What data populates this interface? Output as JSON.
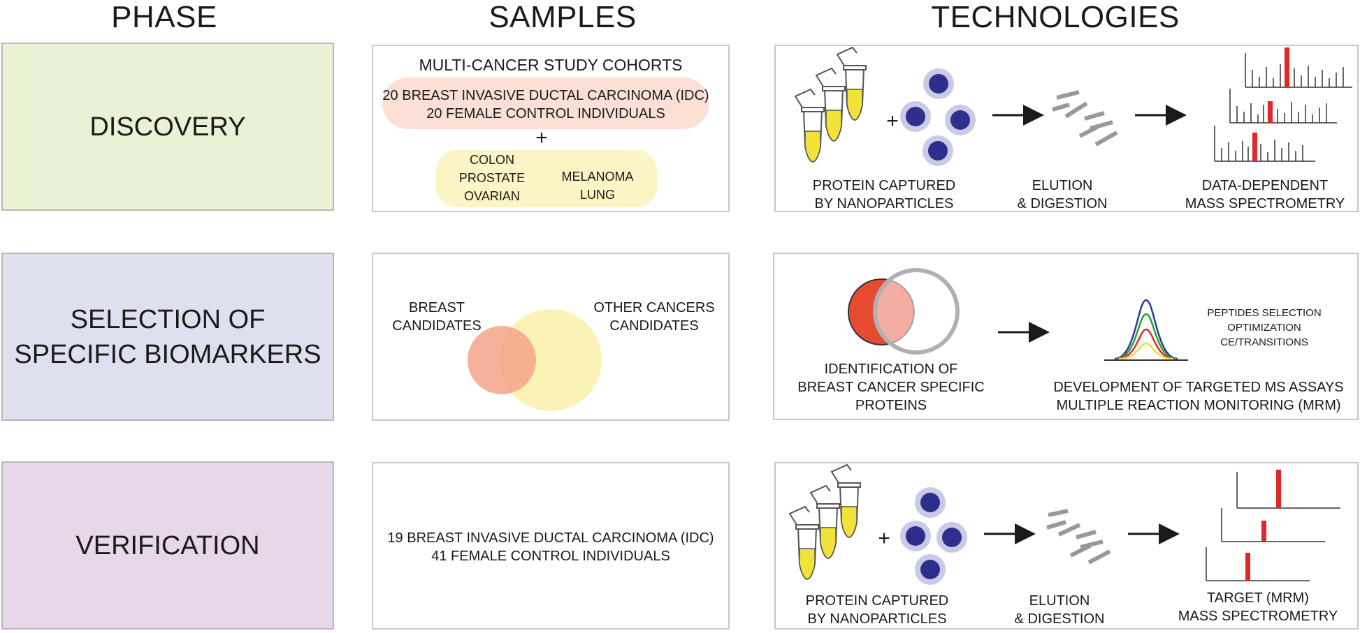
{
  "headers": {
    "phase": "PHASE",
    "samples": "SAMPLES",
    "technologies": "TECHNOLOGIES"
  },
  "phases": {
    "discovery": "DISCOVERY",
    "selection": "SELECTION OF\nSPECIFIC BIOMARKERS",
    "verification": "VERIFICATION"
  },
  "samples": {
    "discovery_title": "MULTI-CANCER STUDY COHORTS",
    "discovery_cohort": "20 BREAST INVASIVE DUCTAL CARCINOMA (IDC)\n20 FEMALE  CONTROL INDIVIDUALS",
    "plus": "+",
    "other_left": "COLON\nPROSTATE\nOVARIAN",
    "other_right": "MELANOMA\nLUNG",
    "venn_breast": "BREAST\nCANDIDATES",
    "venn_other": "OTHER CANCERS\nCANDIDATES",
    "verification_cohort": "19 BREAST INVASIVE DUCTAL CARCINOMA (IDC)\n41 FEMALE  CONTROL INDIVIDUALS"
  },
  "technologies": {
    "plus": "+",
    "capture": "PROTEIN CAPTURED\nBY NANOPARTICLES",
    "elution": "ELUTION\n& DIGESTION",
    "dda": "DATA-DEPENDENT\nMASS SPECTROMETRY",
    "identification": "IDENTIFICATION OF\nBREAST CANCER SPECIFIC\nPROTEINS",
    "peptides": "PEPTIDES SELECTION\nOPTIMIZATION\nCE/TRANSITIONS",
    "mrm_dev": "DEVELOPMENT OF TARGETED MS ASSAYS\nMULTIPLE REACTION MONITORING (MRM)",
    "capture_v": "PROTEIN CAPTURED\nBY NANOPARTICLES",
    "elution_v": "ELUTION\n& DIGESTION",
    "target": "TARGET (MRM)\nMASS SPECTROMETRY"
  },
  "colors": {
    "discovery_bg": "#eaf2d6",
    "selection_bg": "#dfe0ef",
    "verification_bg": "#e8d6e9",
    "cohort_pill": "#fce0d6",
    "other_pill": "#fbf4c4",
    "venn_breast": "#f4a38a",
    "venn_other": "#fbf3b5",
    "nanoparticle": "#2e2e8c",
    "nanoparticle_halo": "#c9cbe6",
    "peak_red": "#e02828",
    "tube_yellow": "#f1e33a"
  }
}
